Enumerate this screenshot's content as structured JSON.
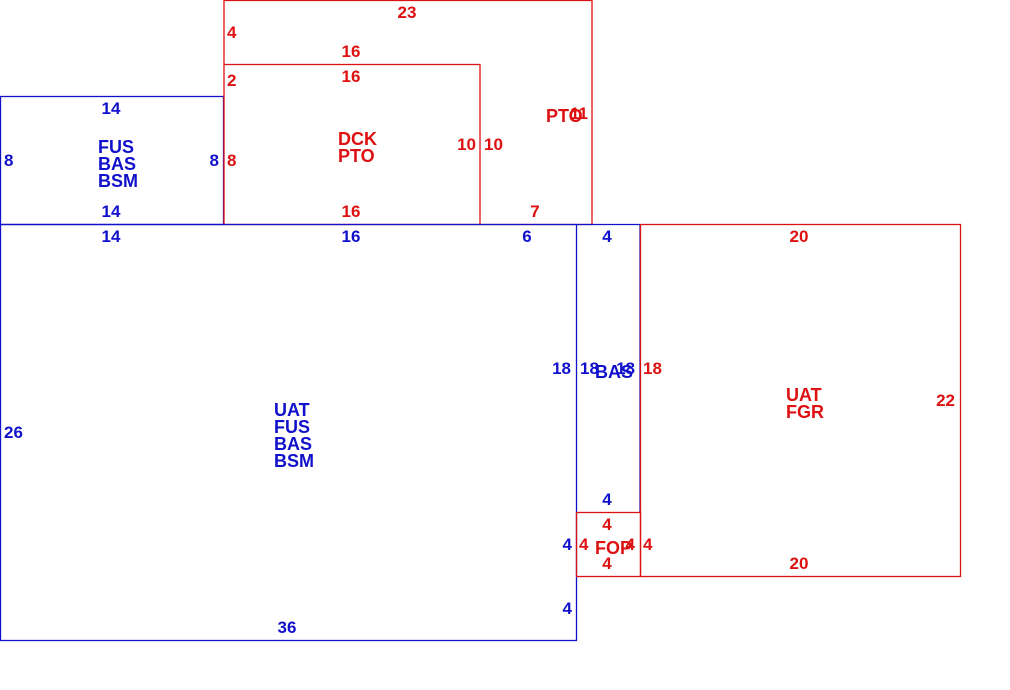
{
  "colors": {
    "blue": "#1111cc",
    "red": "#dd1111"
  },
  "rooms": [
    {
      "id": "room-fus-bas-bsm",
      "color": "blue",
      "labels": [
        "FUS",
        "BAS",
        "BSM"
      ],
      "dims": {
        "top": "14",
        "bottom": "14",
        "left": "8",
        "right": "8"
      }
    },
    {
      "id": "room-dck-pto",
      "color": "red",
      "labels": [
        "DCK",
        "PTO"
      ],
      "dims": {
        "top": "16",
        "bottom": "16",
        "left": "8",
        "right": "10",
        "left_upper": "2"
      }
    },
    {
      "id": "room-pto",
      "color": "red",
      "labels": [
        "PTO",
        "11"
      ],
      "dims": {
        "top": "23",
        "bottom_upper": "16",
        "left_upper": "4",
        "left": "10",
        "bottom": "7"
      }
    },
    {
      "id": "room-main-uat",
      "color": "blue",
      "labels": [
        "UAT",
        "FUS",
        "BAS",
        "BSM"
      ],
      "dims": {
        "top_left": "14",
        "top": "16",
        "top_right": "6",
        "left": "26",
        "right": "18",
        "right_lower_upper": "4",
        "right_lower": "4",
        "bottom": "36"
      }
    },
    {
      "id": "room-bas",
      "color": "blue",
      "labels": [
        "BAS",
        "18"
      ],
      "dims": {
        "top": "4",
        "left": "18",
        "bottom": "4"
      }
    },
    {
      "id": "room-fop",
      "color": "red",
      "labels": [
        "FOP",
        "4"
      ],
      "dims": {
        "top": "4",
        "left": "4",
        "right": "4",
        "bottom": "4"
      }
    },
    {
      "id": "room-uat-fgr",
      "color": "red",
      "labels": [
        "UAT",
        "FGR"
      ],
      "dims": {
        "top": "20",
        "left": "18",
        "right": "22",
        "bottom": "20"
      }
    }
  ]
}
